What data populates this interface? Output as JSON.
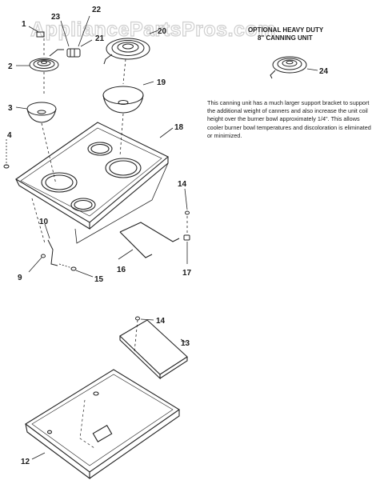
{
  "watermark": "AppliancePartsPros.com",
  "optional_unit": {
    "title_line1": "OPTIONAL HEAVY DUTY",
    "title_line2": "8\" CANNING UNIT"
  },
  "description": "This canning unit has a much larger support bracket to support the additional weight of canners and also increase the unit coil height over the burner bowl approximately 1/4\". This allows cooler burner bowl temperatures and discoloration is eliminated or minimized.",
  "callouts": {
    "c1": "1",
    "c2": "2",
    "c3": "3",
    "c4": "4",
    "c9": "9",
    "c10": "10",
    "c12": "12",
    "c13": "13",
    "c14a": "14",
    "c14b": "14",
    "c15": "15",
    "c16": "16",
    "c17": "17",
    "c18": "18",
    "c19": "19",
    "c20": "20",
    "c21": "21",
    "c22": "22",
    "c23": "23",
    "c24": "24"
  }
}
